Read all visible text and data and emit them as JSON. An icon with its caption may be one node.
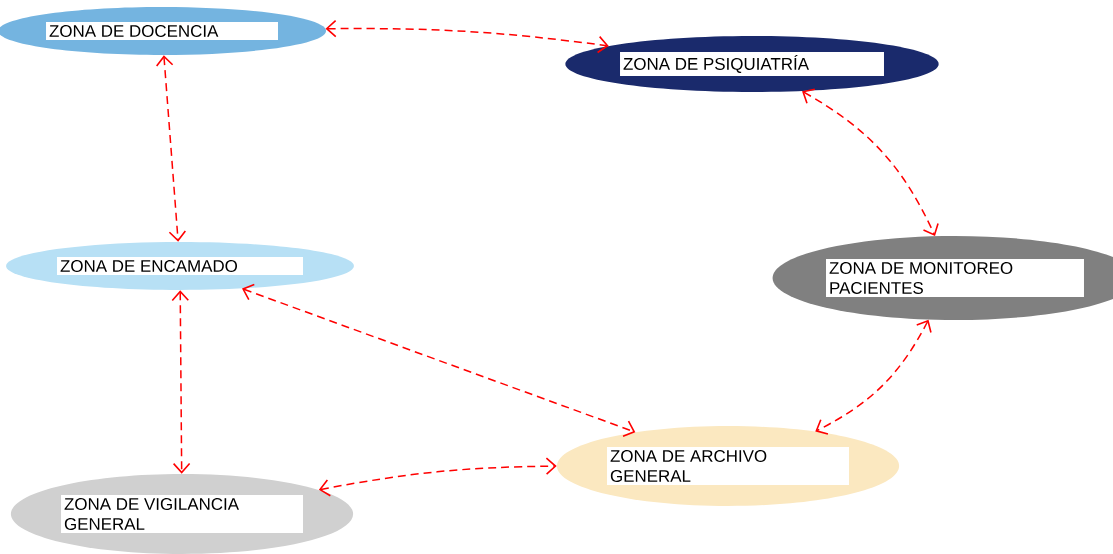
{
  "diagram": {
    "nodes": [
      {
        "text": [
          "ZONA DE DOCENCIA"
        ]
      },
      {
        "text": [
          "ZONA DE PSIQUIATRÍA"
        ]
      },
      {
        "text": [
          "ZONA DE ENCAMADO"
        ]
      },
      {
        "text": [
          "ZONA DE MONITOREO PACIENTES"
        ]
      },
      {
        "text": [
          "ZONA DE ARCHIVO GENERAL"
        ]
      },
      {
        "text": [
          "ZONA DE VIGILANCIA GENERAL"
        ]
      }
    ],
    "edges": [
      {
        "from": 0,
        "to": 1,
        "arrow": "both",
        "style": "dashed"
      },
      {
        "from": 0,
        "to": 2,
        "arrow": "both",
        "style": "dashed"
      },
      {
        "from": 1,
        "to": 3,
        "arrow": "both",
        "style": "dashed"
      },
      {
        "from": 2,
        "to": 5,
        "arrow": "both",
        "style": "dashed"
      },
      {
        "from": 2,
        "to": 4,
        "arrow": "both",
        "style": "dashed"
      },
      {
        "from": 3,
        "to": 4,
        "arrow": "both",
        "style": "dashed"
      },
      {
        "from": 5,
        "to": 4,
        "arrow": "both",
        "style": "dashed"
      }
    ]
  }
}
